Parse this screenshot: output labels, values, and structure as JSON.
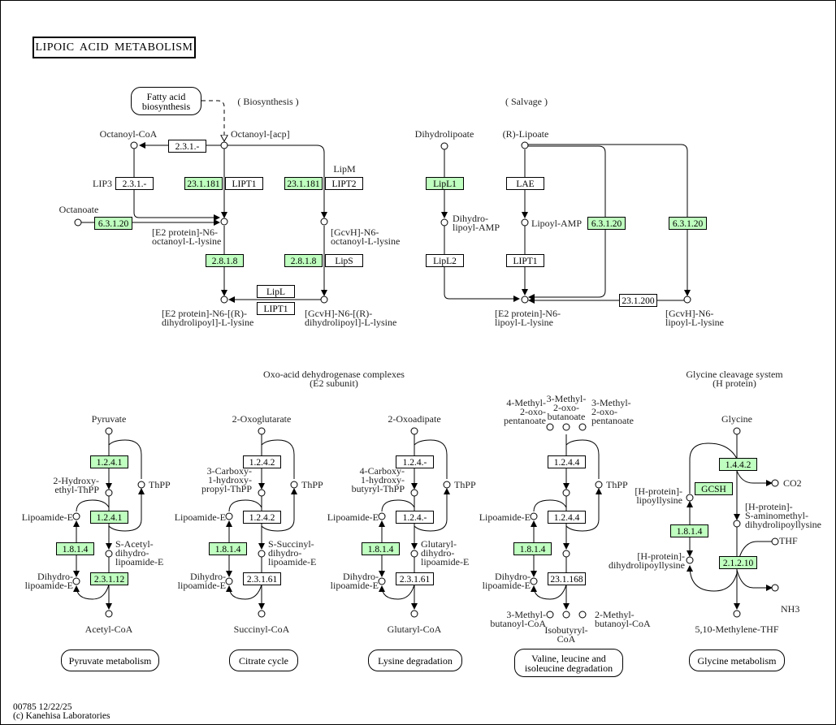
{
  "title": "LIPOIC ACID METABOLISM",
  "colors": {
    "enzyme_present": "#bfffbf",
    "enzyme_absent": "#ffffff",
    "line": "#000000"
  },
  "sections": {
    "biosynthesis": "( Biosynthesis )",
    "salvage": "( Salvage )",
    "oxo_acid": "Oxo-acid dehydrogenase complexes\n(E2 subunit)",
    "glycine_cleavage": "Glycine cleavage system\n(H protein)"
  },
  "maps": {
    "fatty_acid": "Fatty acid\nbiosynthesis",
    "pyruvate": "Pyruvate metabolism",
    "citrate": "Citrate cycle",
    "lysine": "Lysine degradation",
    "valine": "Valine, leucine and\nisoleucine degradation",
    "glycine": "Glycine metabolism"
  },
  "compounds": {
    "octanoyl_coa": "Octanoyl-CoA",
    "octanoyl_acp": "Octanoyl-[acp]",
    "octanoate": "Octanoate",
    "e2_octanoyl": "[E2 protein]-N6-\noctanoyl-L-lysine",
    "gcvh_octanoyl": "[GcvH]-N6-\noctanoyl-L-lysine",
    "e2_dihydrolipoyl": "[E2 protein]-N6-[(R)-\ndihydrolipoyl]-L-lysine",
    "gcvh_dihydrolipoyl": "[GcvH]-N6-[(R)-\ndihydrolipoyl]-L-lysine",
    "dihydrolipoate": "Dihydrolipoate",
    "r_lipoate": "(R)-Lipoate",
    "dihydrolipoyl_amp": "Dihydro-\nlipoyl-AMP",
    "lipoyl_amp": "Lipoyl-AMP",
    "e2_lipoyl": "[E2 protein]-N6-\nlipoyl-L-lysine",
    "gcvh_lipoyl": "[GcvH]-N6-\nlipoyl-L-lysine",
    "lip3": "LIP3",
    "lipm": "LipM"
  },
  "enzymes": {
    "b1": "2.3.1.-",
    "b2": "2.3.1.-",
    "b3": "23.1.181",
    "b4": "LIPT1",
    "b5": "23.1.181",
    "b6": "LIPT2",
    "b7": "6.3.1.20",
    "b8": "2.8.1.8",
    "b9": "2.8.1.8",
    "b10": "LipS",
    "b11": "LipL",
    "b12": "LIPT1",
    "s1": "LipL1",
    "s2": "LAE",
    "s3": "6.3.1.20",
    "s4": "6.3.1.20",
    "s5": "LipL2",
    "s6": "LIPT1",
    "s7": "23.1.200"
  },
  "modules": [
    {
      "id": "pyruvate",
      "substrate": "Pyruvate",
      "intermediate": "2-Hydroxy-\nethyl-ThPP",
      "acyl": "S-Acetyl-\ndihydro-\nlipoamide-E",
      "product": "Acetyl-CoA",
      "e1": "1.2.4.1",
      "e1_present": true,
      "e1b": "1.2.4.1",
      "e1b_present": true,
      "e3": "1.8.1.4",
      "e3_present": true,
      "e2": "2.3.1.12",
      "e2_present": true,
      "lipoamide": "Lipoamide-E",
      "dihydrolipoamide": "Dihydro-\nlipoamide-E",
      "thpp": "ThPP"
    },
    {
      "id": "citrate",
      "substrate": "2-Oxoglutarate",
      "intermediate": "3-Carboxy-\n1-hydroxy-\npropyl-ThPP",
      "acyl": "S-Succinyl-\ndihydro-\nlipoamide-E",
      "product": "Succinyl-CoA",
      "e1": "1.2.4.2",
      "e1_present": false,
      "e1b": "1.2.4.2",
      "e1b_present": false,
      "e3": "1.8.1.4",
      "e3_present": true,
      "e2": "2.3.1.61",
      "e2_present": false,
      "lipoamide": "Lipoamide-E",
      "dihydrolipoamide": "Dihydro-\nlipoamide-E",
      "thpp": "ThPP"
    },
    {
      "id": "lysine",
      "substrate": "2-Oxoadipate",
      "intermediate": "4-Carboxy-\n1-hydroxy-\nbutyryl-ThPP",
      "acyl": "Glutaryl-\ndihydro-\nlipoamide-E",
      "product": "Glutaryl-CoA",
      "e1": "1.2.4.-",
      "e1_present": false,
      "e1b": "1.2.4.-",
      "e1b_present": false,
      "e3": "1.8.1.4",
      "e3_present": true,
      "e2": "2.3.1.61",
      "e2_present": false,
      "lipoamide": "Lipoamide-E",
      "dihydrolipoamide": "Dihydro-\nlipoamide-E",
      "thpp": "ThPP"
    },
    {
      "id": "valine",
      "substrates": [
        "4-Methyl-\n2-oxo-\npentanoate",
        "3-Methyl-\n2-oxo-\nbutanoate",
        "3-Methyl-\n2-oxo-\npentanoate"
      ],
      "products": [
        "3-Methyl-\nbutanoyl-CoA",
        "Isobutyryl-\nCoA",
        "2-Methyl-\nbutanoyl-CoA"
      ],
      "e1": "1.2.4.4",
      "e1_present": false,
      "e1b": "1.2.4.4",
      "e1b_present": false,
      "e3": "1.8.1.4",
      "e3_present": true,
      "e2": "23.1.168",
      "e2_present": false,
      "lipoamide": "Lipoamide-E",
      "dihydrolipoamide": "Dihydro-\nlipoamide-E",
      "thpp": "ThPP"
    }
  ],
  "glycine_system": {
    "glycine": "Glycine",
    "co2": "CO2",
    "h_lipoyl": "[H-protein]-\nlipoyllysine",
    "h_aminomethyl": "[H-protein]-\nS-aminomethyl-\ndihydrolipoyllysine",
    "h_dihydrolipoyl": "[H-protein]-\ndihydrolipoyllysine",
    "thf": "THF",
    "nh3": "NH3",
    "methylene_thf": "5,10-Methylene-THF",
    "e_1442": "1.4.4.2",
    "e_gcsh": "GCSH",
    "e_1814": "1.8.1.4",
    "e_21210": "2.1.2.10"
  },
  "footer": "00785 12/22/25\n(c) Kanehisa Laboratories"
}
